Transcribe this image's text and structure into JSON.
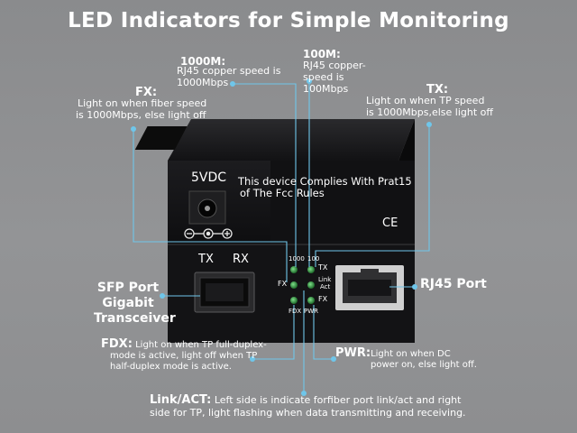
{
  "headline": "LED Indicators for Simple Monitoring",
  "labels": {
    "m1000_title": "1000M:",
    "m1000_desc1": "RJ45 copper speed is",
    "m1000_desc2": "1000Mbps",
    "m100_title": "100M:",
    "m100_desc1": "RJ45 copper-",
    "m100_desc2": "speed is",
    "m100_desc3": "100Mbps",
    "fx_title": "FX:",
    "fx_desc1": "Light on when fiber speed",
    "fx_desc2": "is 1000Mbps, else light off",
    "tx_title": "TX:",
    "tx_desc1": "Light on when TP speed",
    "tx_desc2": "is 1000Mbps,else light off",
    "rj45": "RJ45 Port",
    "sfp1": "SFP Port",
    "sfp2": "Gigabit",
    "sfp3": "Transceiver",
    "fdx_title": "FDX:",
    "fdx_desc1": "Light on when TP full-duplex-",
    "fdx_desc2": "mode is active, light off when TP",
    "fdx_desc3": "half-duplex mode is active.",
    "pwr_title": "PWR:",
    "pwr_desc1": "Light on when DC",
    "pwr_desc2": "power on, else light off.",
    "link_title": "Link/ACT:",
    "link_desc1": "Left side is indicate forfiber port link/act and right",
    "link_desc2": "side for TP, light flashing when data transmitting and receiving."
  },
  "device": {
    "power_label": "5VDC",
    "compliance1": "This device Complies With Prat15",
    "compliance2": "of The  Fcc  Rules",
    "ce_mark": "CE",
    "port_tx": "TX",
    "port_rx": "RX",
    "led_1000": "1000",
    "led_100": "100",
    "led_tx": "TX",
    "led_fx_left": "FX",
    "led_link1": "Link",
    "led_link2": "Act",
    "led_fx_right": "FX",
    "led_fdx": "FDX",
    "led_pwr": "PWR"
  },
  "colors": {
    "background": "#8e8f91",
    "device_body": "#1b1b1d",
    "led_green": "#2f8a3a",
    "callout_line": "#62bfe6"
  },
  "icons": [
    "dc-polarity-icon",
    "ce-mark-icon",
    "rj45-port-icon",
    "sfp-port-icon"
  ]
}
